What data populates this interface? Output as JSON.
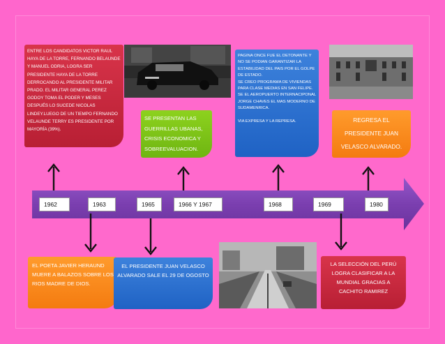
{
  "years": [
    "1962",
    "1963",
    "1965",
    "1966 Y 1967",
    "1968",
    "1969",
    "1980"
  ],
  "events_top": {
    "e1962": "ENTRE LOS CANDIDATOS VICTOR RAUL HAYA DE LA TORRE, FERNANDO BELAUNDE Y MANUEL ODRIA, LOGRA SER PRESIDENTE HAYA DE LA TORRE DERROCANDO AL PRESIDENTE MILITAR PRADO. EL MILITAR GENERAL  PEREZ GODOY TOMA EL PODER Y MESES DESPUÉS LO SUCEDE NICOLAS LINDEY.LUEGO DE UN TIEMPO FERNANDO VELAUNDE TERRY ES PRESIDENTE POR MAYORÍA (39%).",
    "e1966": "SE PRESENTAN LAS GUERRILLAS UBANAS, CRISIS ECONOMICA Y SOBREEVALUACION.",
    "e1968": "PAGINA ONCE FUE EL DETONANTE Y NO SE PODIAN GARANTIZAR LA ESTABILIDAD DEL PAIS POR EL GOLPE DE ESTADO.\nSE CREO PROGRAMA DE VIVIENDAS PARA CLASE MEDIAS EN SAN FELIPE.\nSE EL AEROPUERTO INTERNACIPONAL JORGE CHAVES EL MAS MODERNO DE SUDAMENRICA.\n\nVIA EXPRESA Y LA REPRESA.",
    "e1980": "REGRESA EL PRESIDENTE JUAN VELASCO ALVARADO."
  },
  "events_bottom": {
    "e1963": "EL POETA JAVIER HERAUND MUERE A BALAZOS SOBRE LOS RIOS MADRE DE DIOS.",
    "e1965": "EL PRESIDENTE JUAN VELASCO ALVARADO SALE EL 29 DE OGOSTO",
    "e1969": "LA SELECCIÓN DEL PERÚ LOGRA CLASIFICAR A LA MUNDIAL GRACIAS A CACHITO RAMIREZ"
  },
  "colors": {
    "background": "#ff66cc",
    "arrow": "#7b3fb0",
    "red": "#c8283e",
    "green": "#7fc31a",
    "blue": "#2a6fd0",
    "orange": "#f7891a"
  }
}
